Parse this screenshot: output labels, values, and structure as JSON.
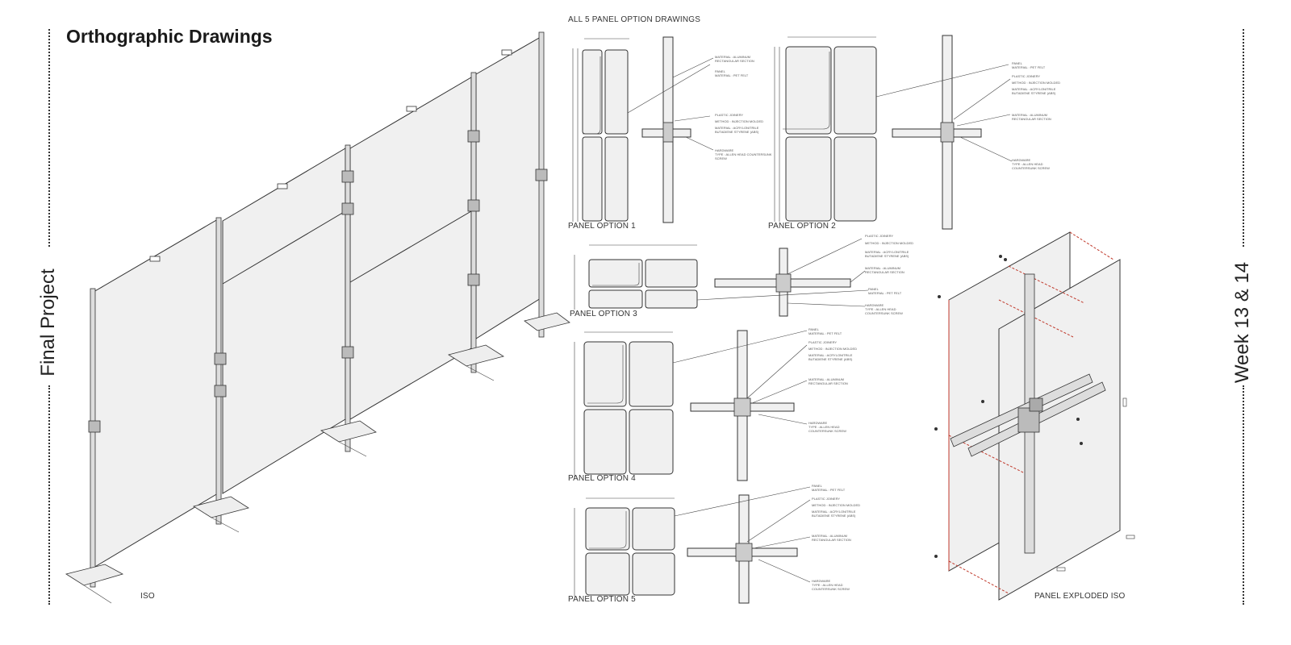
{
  "side_left": {
    "text": "Final Project"
  },
  "side_right": {
    "text": "Week 13 & 14"
  },
  "title": "Orthographic Drawings",
  "labels": {
    "all": "ALL 5 PANEL OPTION DRAWINGS",
    "iso": "ISO",
    "opt1": "PANEL OPTION 1",
    "opt2": "PANEL OPTION 2",
    "opt3": "PANEL OPTION 3",
    "opt4": "PANEL OPTION 4",
    "opt5": "PANEL OPTION 5",
    "exploded": "PANEL EXPLODED ISO"
  },
  "notes": {
    "alu": "MATERIAL : ALUMINUM",
    "alu2": "RECTANGULAR SECTION",
    "panel": "PANEL",
    "felt": "MATERIAL : PET FELT",
    "jo": "PLASTIC JOINERY",
    "method": "METHOD : INJECTION MOLDED",
    "abs1": "MATERIAL : ACRYLONITRILE",
    "abs2": "BUTADIENE STYRENE (ABS)",
    "hw": "HARDWARE",
    "hw2": "TYPE : ALLEN HEAD",
    "hw3": "COUNTERSUNK SCREW"
  }
}
